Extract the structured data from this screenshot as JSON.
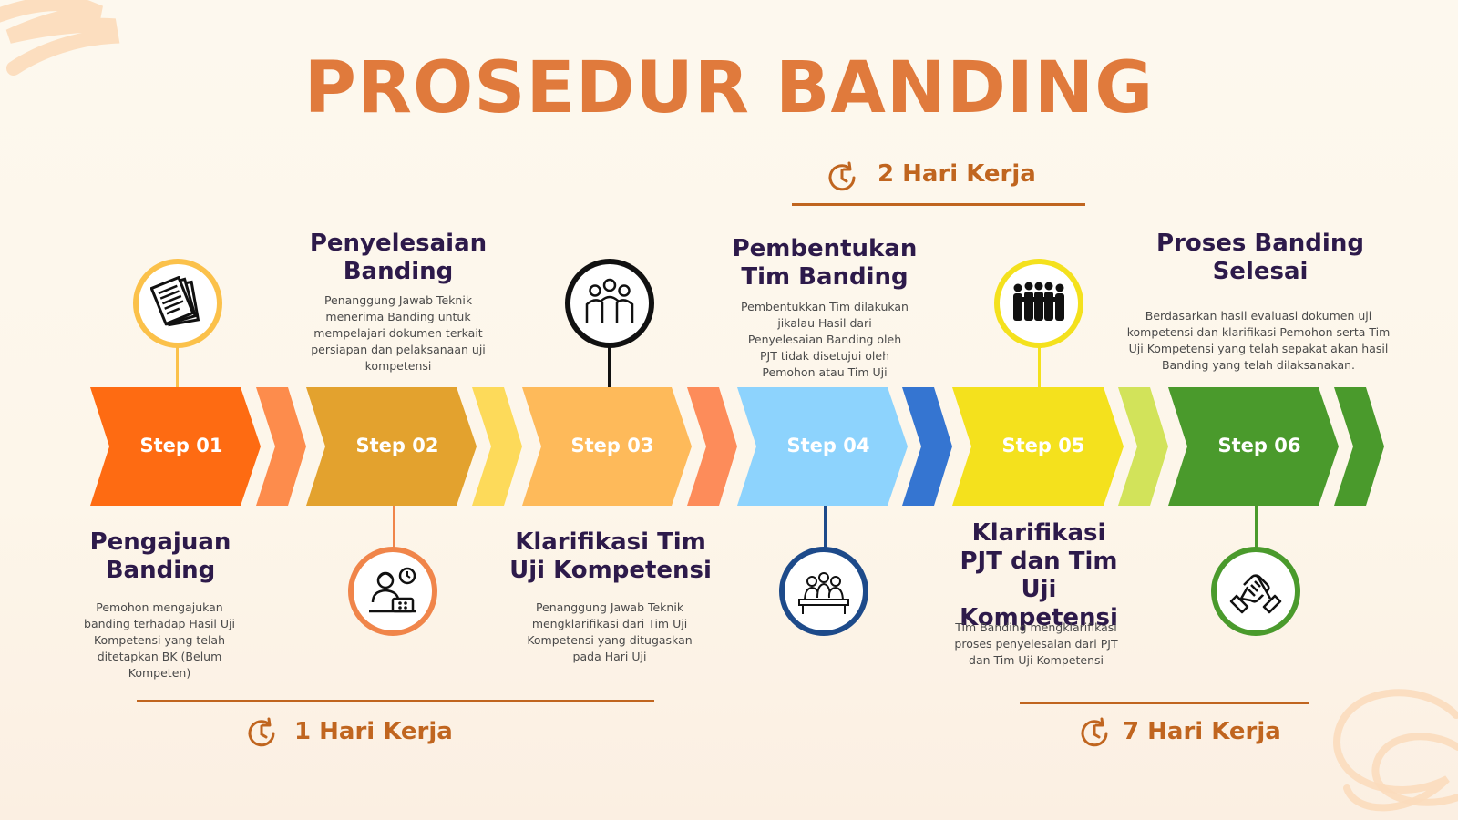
{
  "title": "PROSEDUR BANDING",
  "durations": [
    {
      "label": "2 Hari Kerja",
      "icon": "clock-icon"
    },
    {
      "label": "1 Hari Kerja",
      "icon": "clock-icon"
    },
    {
      "label": "7 Hari Kerja",
      "icon": "clock-icon"
    }
  ],
  "steps": [
    {
      "label": "Step 01",
      "heading": "Pengajuan Banding",
      "description": "Pemohon mengajukan banding terhadap Hasil Uji Kompetensi yang telah ditetapkan BK (Belum Kompeten)",
      "icon": "documents-icon",
      "color": "#fe6b12",
      "connector_color": "#fd8c4c"
    },
    {
      "label": "Step 02",
      "heading": "Penyelesaian Banding",
      "description": "Penanggung Jawab Teknik menerima Banding untuk mempelajari dokumen terkait persiapan dan pelaksanaan uji kompetensi",
      "icon": "person-at-laptop-icon",
      "color": "#e3a22e",
      "connector_color": "#fdda5a"
    },
    {
      "label": "Step 03",
      "heading": "Klarifikasi Tim Uji Kompetensi",
      "description": "Penanggung Jawab Teknik mengklarifikasi dari Tim Uji Kompetensi yang ditugaskan pada Hari Uji",
      "icon": "team-group-icon",
      "color": "#feba5a",
      "connector_color": "#fd8c5a"
    },
    {
      "label": "Step 04",
      "heading": "Pembentukan Tim Banding",
      "description": "Pembentukkan Tim dilakukan jikalau Hasil dari Penyelesaian Banding oleh PJT tidak disetujui oleh Pemohon atau Tim Uji",
      "icon": "team-meeting-icon",
      "color": "#8dd3fd",
      "connector_color": "#3575d1"
    },
    {
      "label": "Step 05",
      "heading": "Klarifikasi PJT dan Tim Uji Kompetensi",
      "description": "Tim Banding mengklarifikasi proses penyelesaian dari PJT dan Tim Uji Kompetensi",
      "icon": "group-huddle-icon",
      "color": "#f4e11d",
      "connector_color": "#d2e35a"
    },
    {
      "label": "Step 06",
      "heading": "Proses Banding Selesai",
      "description": "Berdasarkan hasil evaluasi dokumen uji kompetensi dan klarifikasi Pemohon serta Tim Uji Kompetensi yang telah sepakat akan hasil Banding yang telah dilaksanakan.",
      "icon": "handshake-icon",
      "color": "#4a9a2c",
      "connector_color": "#4a9a2c"
    }
  ]
}
